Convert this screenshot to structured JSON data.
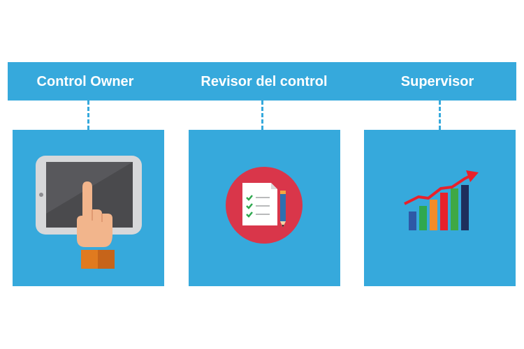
{
  "header": {
    "roles": [
      {
        "label": "Control Owner",
        "icon": "tablet-touch-icon"
      },
      {
        "label": "Revisor del control",
        "icon": "checklist-icon"
      },
      {
        "label": "Supervisor",
        "icon": "growth-chart-icon"
      }
    ]
  },
  "colors": {
    "primary": "#36a9dc",
    "checklist_badge": "#d9364a",
    "trend_arrow": "#e8212b"
  }
}
